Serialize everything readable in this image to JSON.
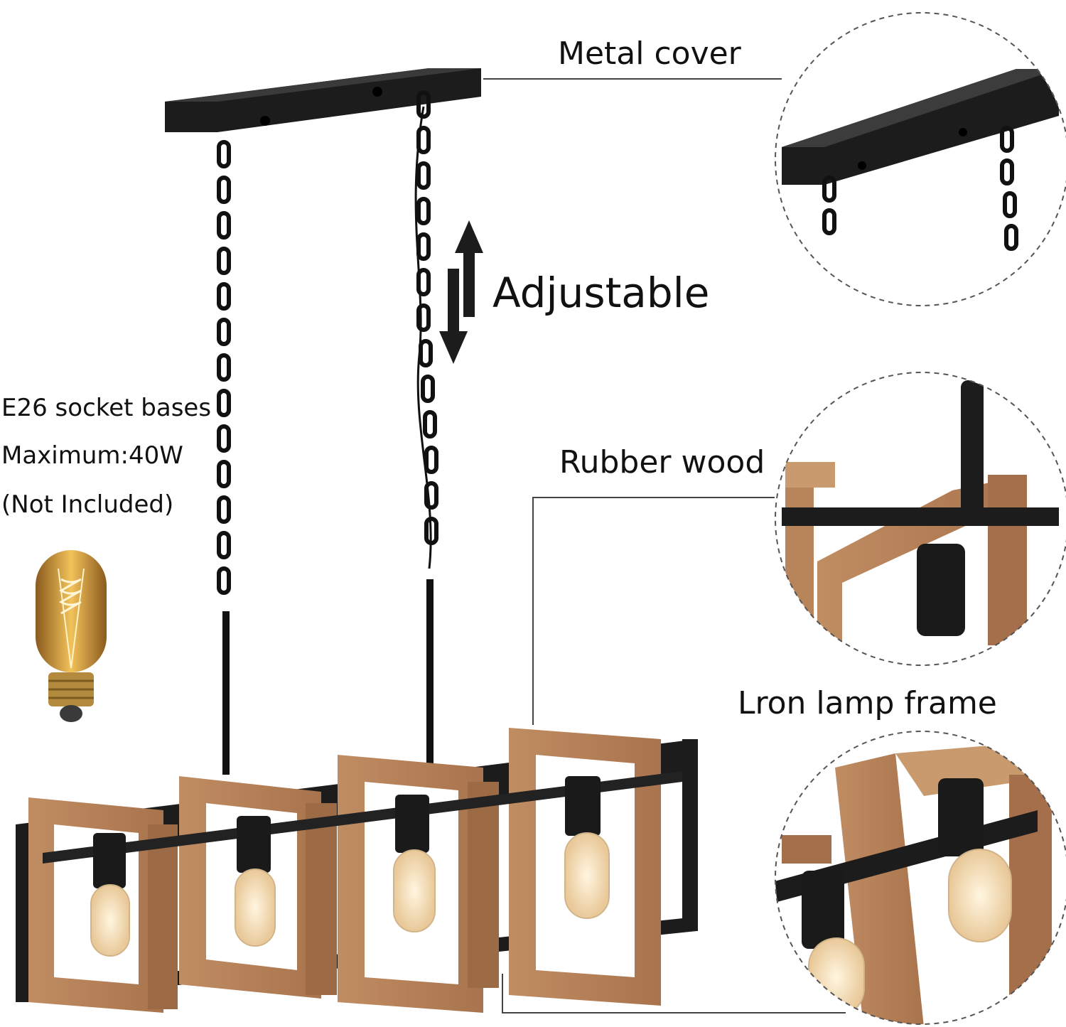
{
  "labels": {
    "metal_cover": "Metal cover",
    "adjustable": "Adjustable",
    "rubber_wood": "Rubber wood",
    "iron_frame": "Lron lamp frame"
  },
  "specs": [
    "E26 socket bases",
    "Maximum:40W",
    "(Not Included)"
  ],
  "colors": {
    "metal": "#1c1c1c",
    "wood": "#b7835a",
    "wood_dark": "#8f5f3c",
    "bulb_glow": "#f4d9a8",
    "vintage_bulb": "#d9a24a"
  },
  "icons": [
    "up-down-arrow-icon",
    "vintage-bulb-icon"
  ]
}
